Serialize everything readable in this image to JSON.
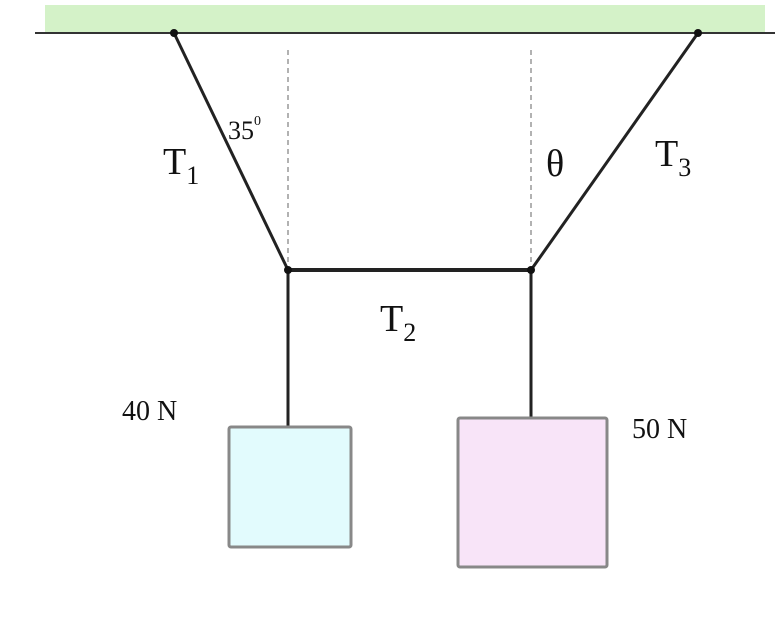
{
  "labels": {
    "t1": "T",
    "t1_sub": "1",
    "t2": "T",
    "t2_sub": "2",
    "t3": "T",
    "t3_sub": "3",
    "angle_left": "35",
    "angle_left_unit": "0",
    "angle_right": "θ",
    "weight_left": "40 N",
    "weight_right": "50 N"
  },
  "colors": {
    "ceiling": "#d4f2c8",
    "block_left": "#e2fbfd",
    "block_right": "#f8e4f8",
    "rope": "#222222"
  }
}
